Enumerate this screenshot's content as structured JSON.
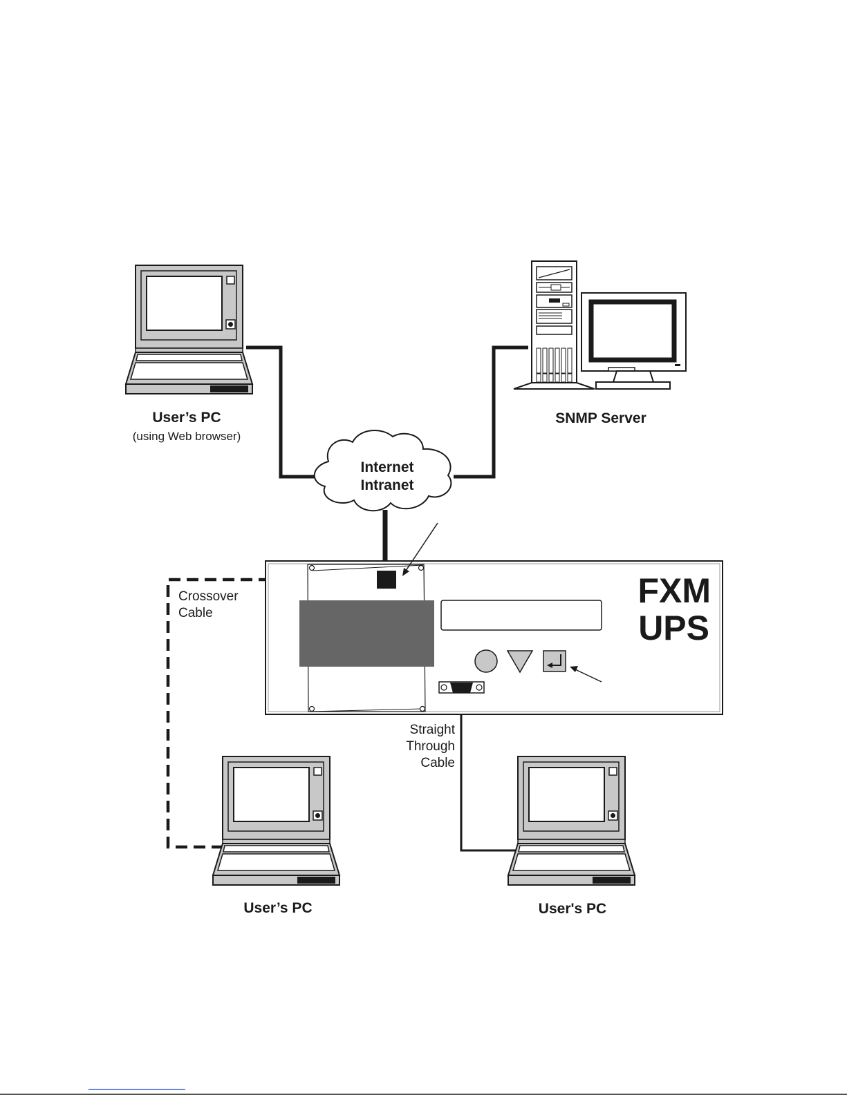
{
  "labels": {
    "top_left_pc": "User’s PC",
    "top_left_pc_note": "(using Web browser)",
    "snmp_server": "SNMP Server",
    "cloud_line1": "Internet",
    "cloud_line2": "Intranet",
    "crossover_line1": "Crossover",
    "crossover_line2": "Cable",
    "ups_line1": "FXM",
    "ups_line2": "UPS",
    "straight_line1": "Straight",
    "straight_line2": "Through",
    "straight_line3": "Cable",
    "bottom_left_pc": "User’s PC",
    "bottom_right_pc": "User's PC"
  },
  "colors": {
    "device_fill": "#c8c8c8",
    "card_fill": "#666666",
    "line": "#1a1a1a"
  }
}
